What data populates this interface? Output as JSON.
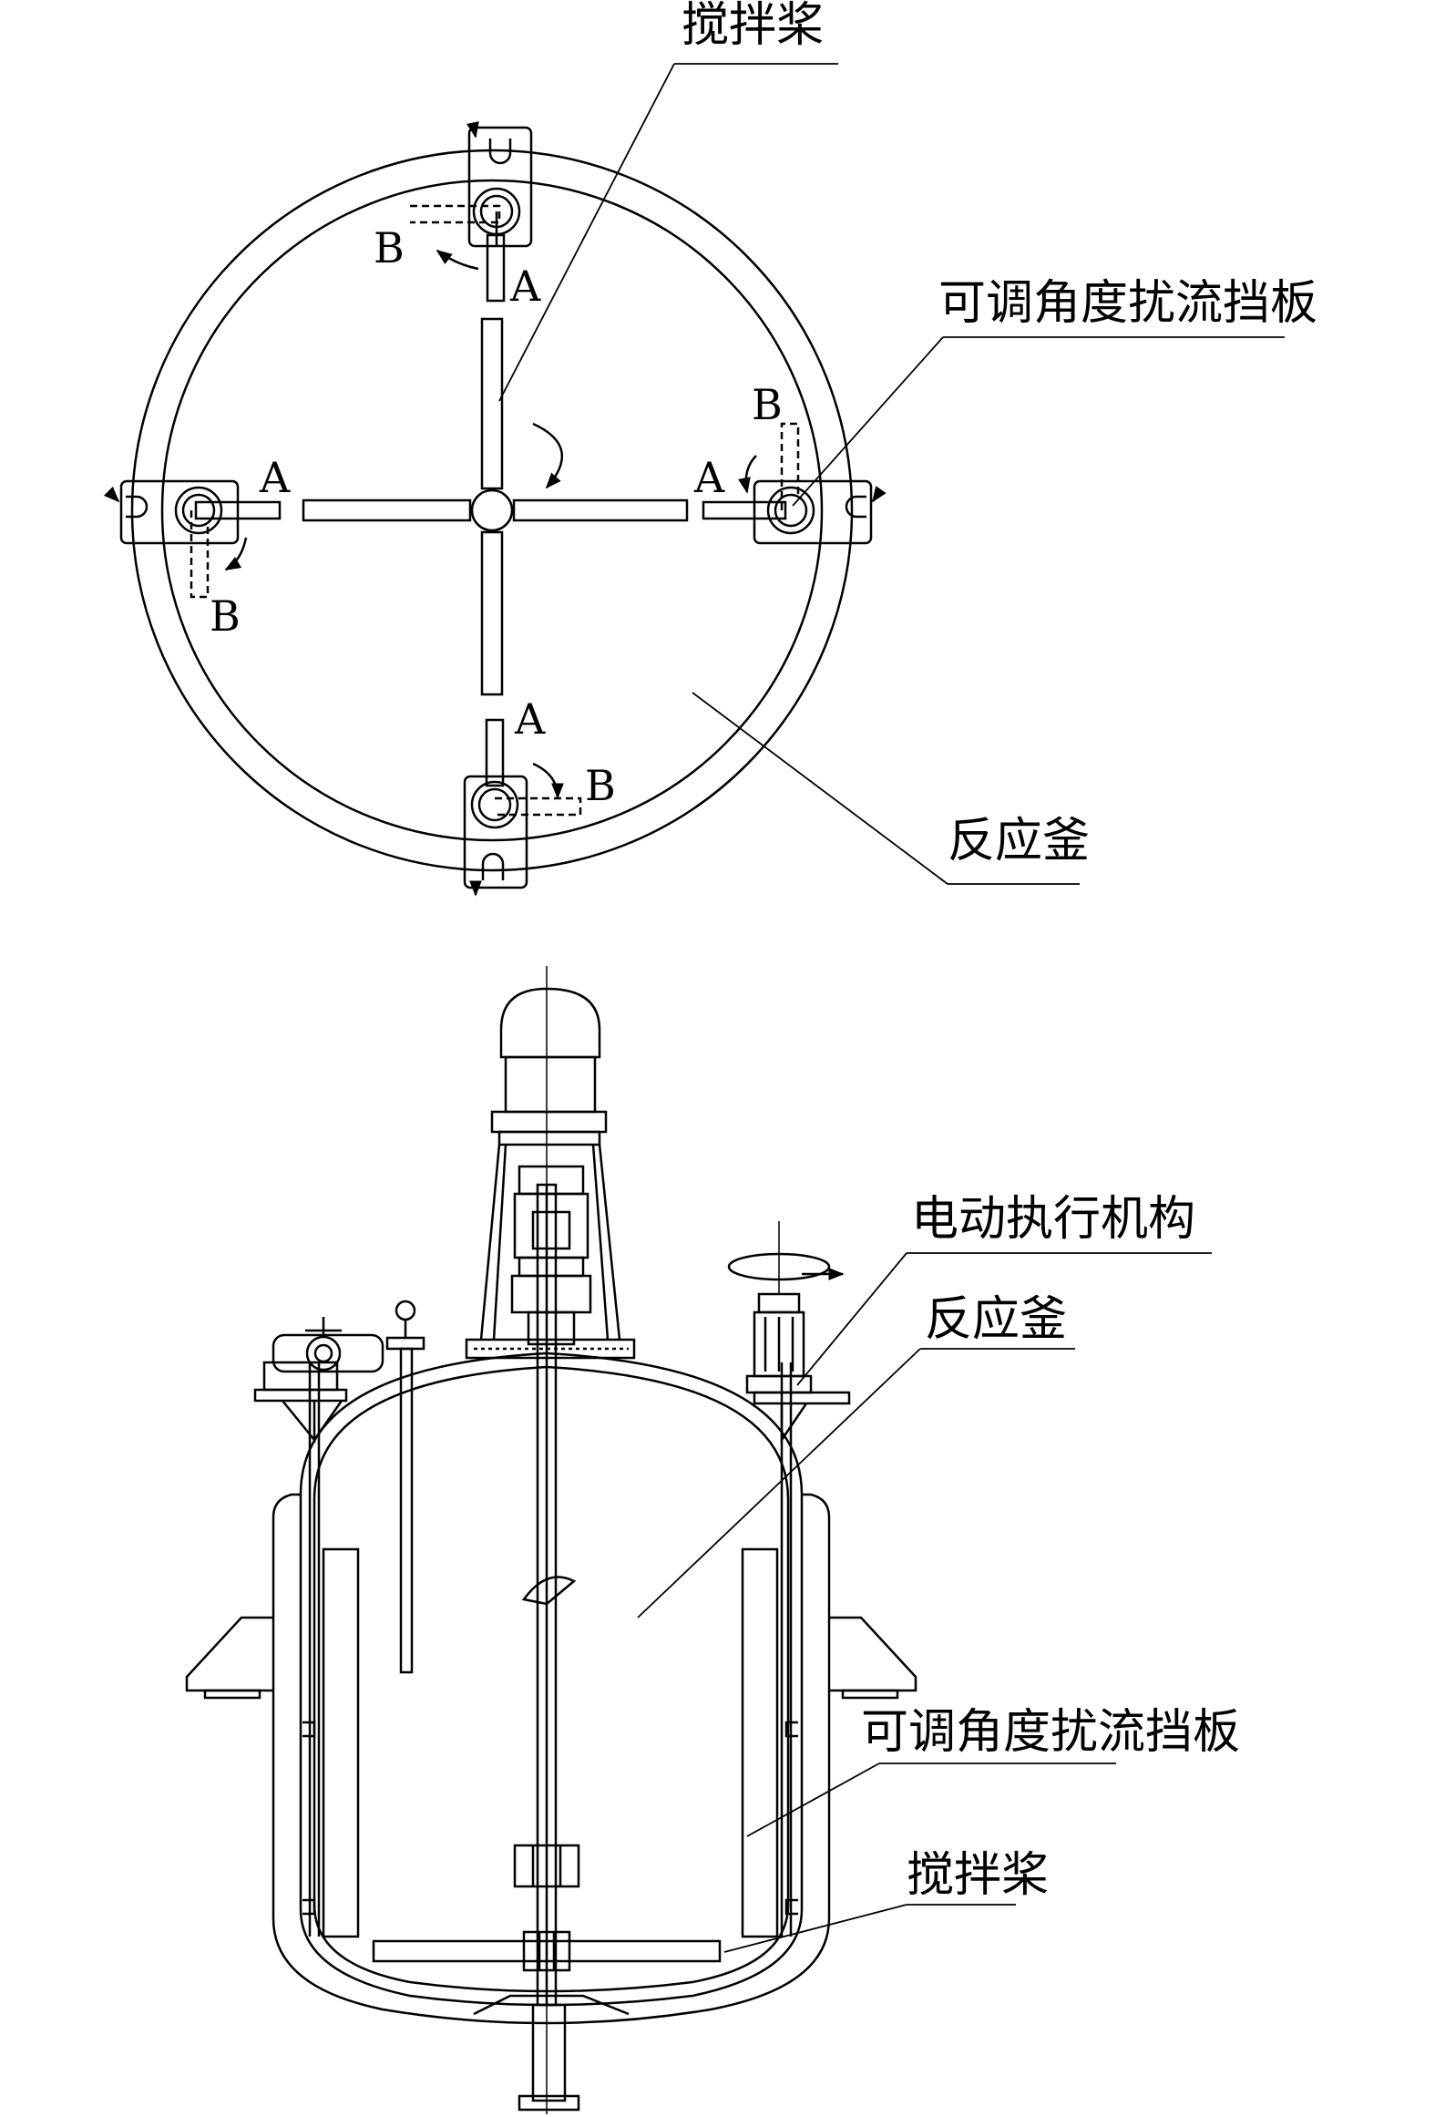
{
  "top_view": {
    "labels": {
      "impeller": "搅拌桨",
      "baffle": "可调角度扰流挡板",
      "reactor": "反应釜"
    },
    "markers": {
      "a": "A",
      "b": "B"
    }
  },
  "side_view": {
    "labels": {
      "actuator": "电动执行机构",
      "reactor": "反应釜",
      "baffle": "可调角度扰流挡板",
      "impeller": "搅拌桨"
    }
  },
  "colors": {
    "line": "#000000",
    "background": "#ffffff"
  }
}
